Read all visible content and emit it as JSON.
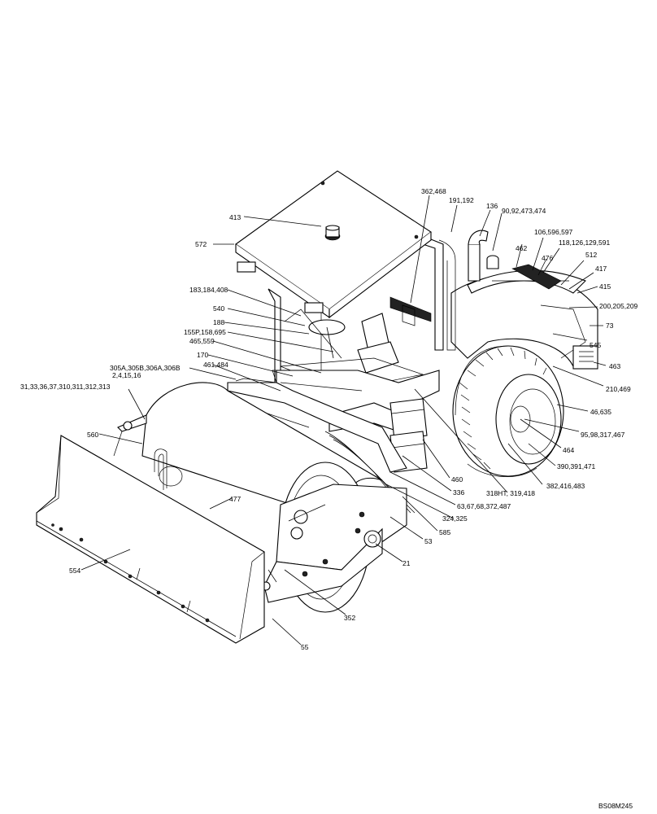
{
  "callouts": [
    {
      "id": "c413",
      "text": "413"
    },
    {
      "id": "c572",
      "text": "572"
    },
    {
      "id": "c362",
      "text": "362,468"
    },
    {
      "id": "c191",
      "text": "191,192"
    },
    {
      "id": "c136",
      "text": "136"
    },
    {
      "id": "c90",
      "text": "90,92,473,474"
    },
    {
      "id": "c106",
      "text": "106,596,597"
    },
    {
      "id": "c462",
      "text": "462"
    },
    {
      "id": "c118",
      "text": "118,126,129,591"
    },
    {
      "id": "c476",
      "text": "476"
    },
    {
      "id": "c512",
      "text": "512"
    },
    {
      "id": "c417",
      "text": "417"
    },
    {
      "id": "c415",
      "text": "415"
    },
    {
      "id": "c200",
      "text": "200,205,209"
    },
    {
      "id": "c73",
      "text": "73"
    },
    {
      "id": "c545",
      "text": "545"
    },
    {
      "id": "c463",
      "text": "463"
    },
    {
      "id": "c210",
      "text": "210,469"
    },
    {
      "id": "c46",
      "text": "46,635"
    },
    {
      "id": "c95",
      "text": "95,98,317,467"
    },
    {
      "id": "c464",
      "text": "464"
    },
    {
      "id": "c390",
      "text": "390,391,471"
    },
    {
      "id": "c382",
      "text": "382,416,483"
    },
    {
      "id": "c318",
      "text": "318HT, 319,418"
    },
    {
      "id": "c460",
      "text": "460"
    },
    {
      "id": "c336",
      "text": "336"
    },
    {
      "id": "c63",
      "text": "63,67,68,372,487"
    },
    {
      "id": "c324",
      "text": "324,325"
    },
    {
      "id": "c585",
      "text": "585"
    },
    {
      "id": "c53",
      "text": "53"
    },
    {
      "id": "c21",
      "text": "21"
    },
    {
      "id": "c352",
      "text": "352"
    },
    {
      "id": "c55",
      "text": "55"
    },
    {
      "id": "c554",
      "text": "554"
    },
    {
      "id": "c477",
      "text": "477"
    },
    {
      "id": "c560",
      "text": "560"
    },
    {
      "id": "c31",
      "text": "31,33,36,37,310,311,312,313"
    },
    {
      "id": "c305",
      "text": "305A,305B,306A,306B"
    },
    {
      "id": "c2",
      "text": "2,4,15,16"
    },
    {
      "id": "c461",
      "text": "461,484"
    },
    {
      "id": "c170",
      "text": "170"
    },
    {
      "id": "c465",
      "text": "465,559"
    },
    {
      "id": "c155",
      "text": "155P,158,695"
    },
    {
      "id": "c188",
      "text": "188"
    },
    {
      "id": "c540",
      "text": "540"
    },
    {
      "id": "c183",
      "text": "183,184,408"
    }
  ],
  "drawing_code": "BS08M245"
}
